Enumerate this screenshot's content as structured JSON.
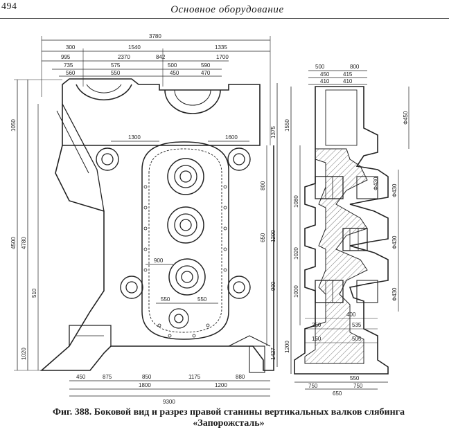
{
  "header": {
    "page_number": "494",
    "running_title": "Основное оборудование"
  },
  "drawing": {
    "left_view": {
      "overall_top": "3780",
      "top_row": [
        "300",
        "1540",
        "1335"
      ],
      "second_row": [
        "995",
        "2370",
        "842",
        "1700"
      ],
      "third_row": [
        "735",
        "575",
        "500",
        "590"
      ],
      "fourth_row": [
        "560",
        "550",
        "450",
        "470"
      ],
      "bottom_row": [
        "450",
        "875",
        "850",
        "1175",
        "880"
      ],
      "bottom_row2": [
        "1800",
        "1200"
      ],
      "bottom_overall": "9300",
      "mid_labels": [
        "1300",
        "1600",
        "550",
        "550",
        "900"
      ],
      "left_vertical": [
        "1050",
        "4500",
        "4780",
        "510",
        "1020"
      ],
      "right_vertical": [
        "1375",
        "800",
        "1200",
        "650",
        "900",
        "1427"
      ]
    },
    "right_view": {
      "top_row": [
        "500",
        "800"
      ],
      "second_row": [
        "450",
        "415"
      ],
      "third_row": [
        "410",
        "410"
      ],
      "left_vertical": [
        "1550",
        "1080",
        "1020",
        "1000",
        "1200"
      ],
      "right_diameters": [
        "Ф450",
        "Ф430",
        "Ф430",
        "Ф430",
        "Ф430"
      ],
      "bottom_labels": [
        "400",
        "250",
        "150",
        "535",
        "505",
        "750",
        "750",
        "650",
        "550"
      ]
    }
  },
  "caption": {
    "line1": "Фиг. 388. Боковой вид и разрез правой станины вертикальных валков слябинга",
    "line2": "«Запорожсталь»"
  }
}
